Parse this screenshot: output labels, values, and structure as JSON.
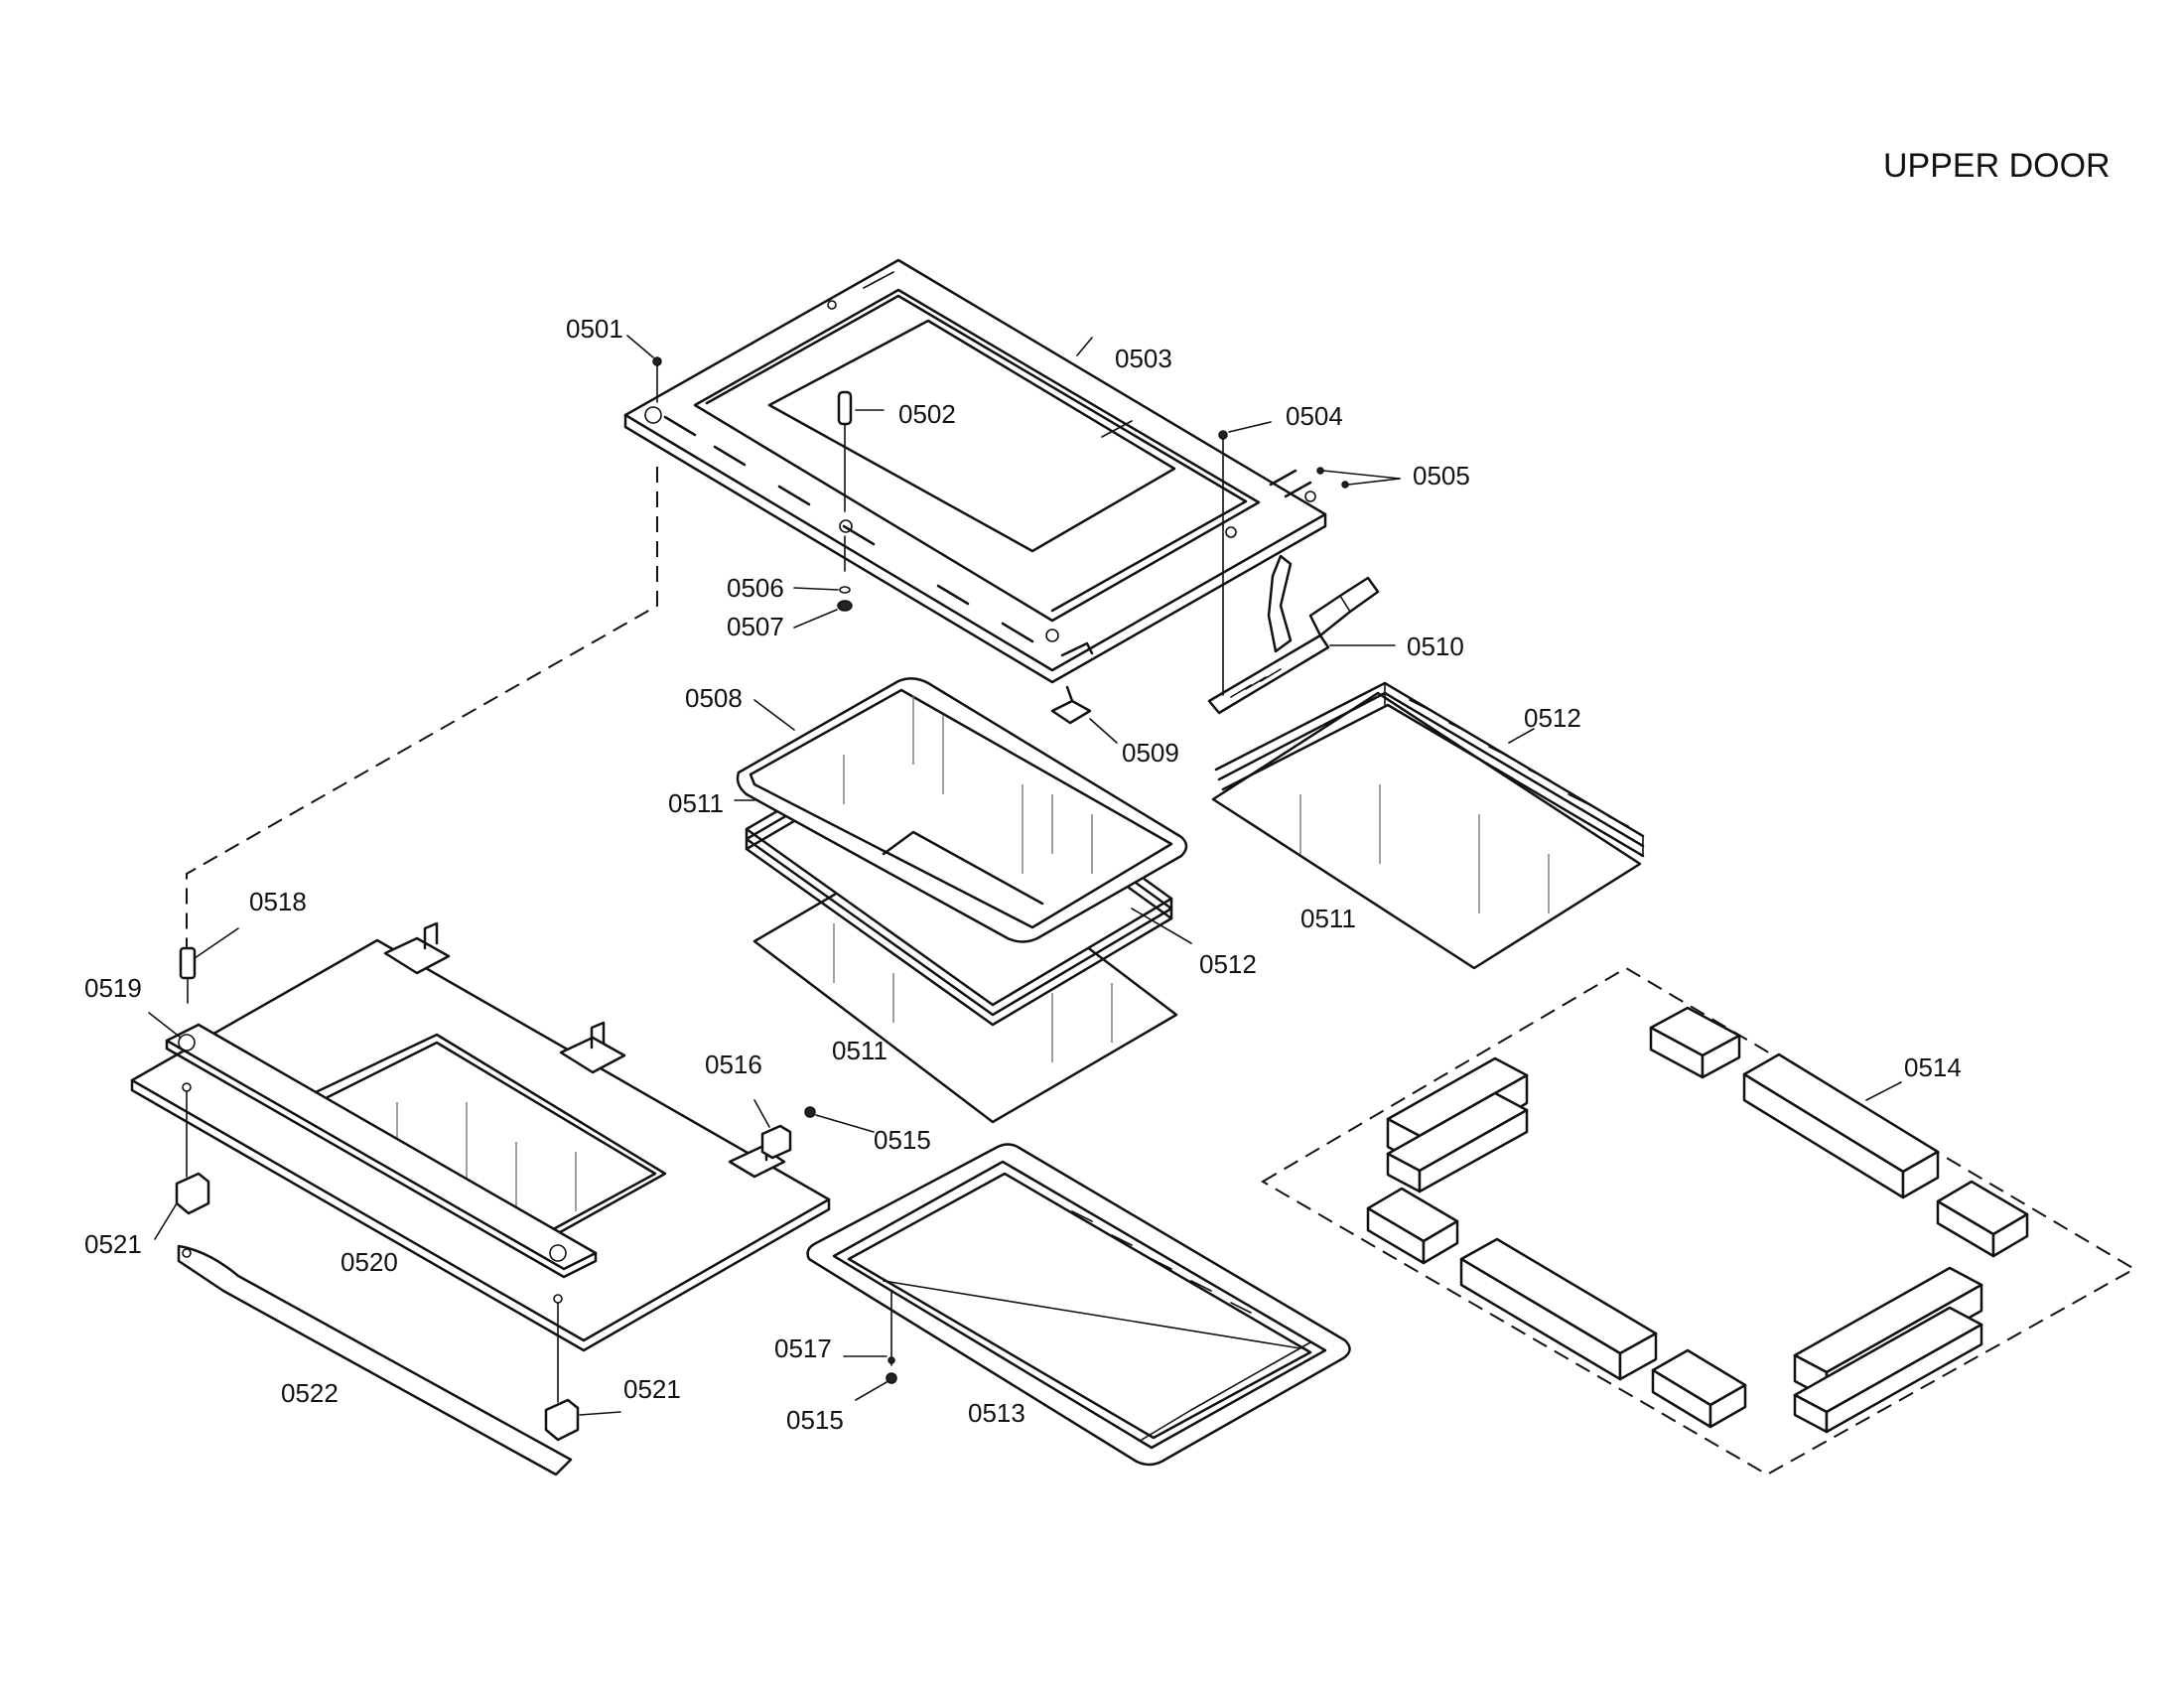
{
  "title": "UPPER DOOR",
  "labels": {
    "p0501": "0501",
    "p0502": "0502",
    "p0503": "0503",
    "p0504": "0504",
    "p0505": "0505",
    "p0506": "0506",
    "p0507": "0507",
    "p0508": "0508",
    "p0509": "0509",
    "p0510": "0510",
    "p0511a": "0511",
    "p0511b": "0511",
    "p0511c": "0511",
    "p0512a": "0512",
    "p0512b": "0512",
    "p0513": "0513",
    "p0514": "0514",
    "p0515a": "0515",
    "p0515b": "0515",
    "p0516": "0516",
    "p0517": "0517",
    "p0518": "0518",
    "p0519": "0519",
    "p0520": "0520",
    "p0521a": "0521",
    "p0521b": "0521",
    "p0522": "0522"
  }
}
